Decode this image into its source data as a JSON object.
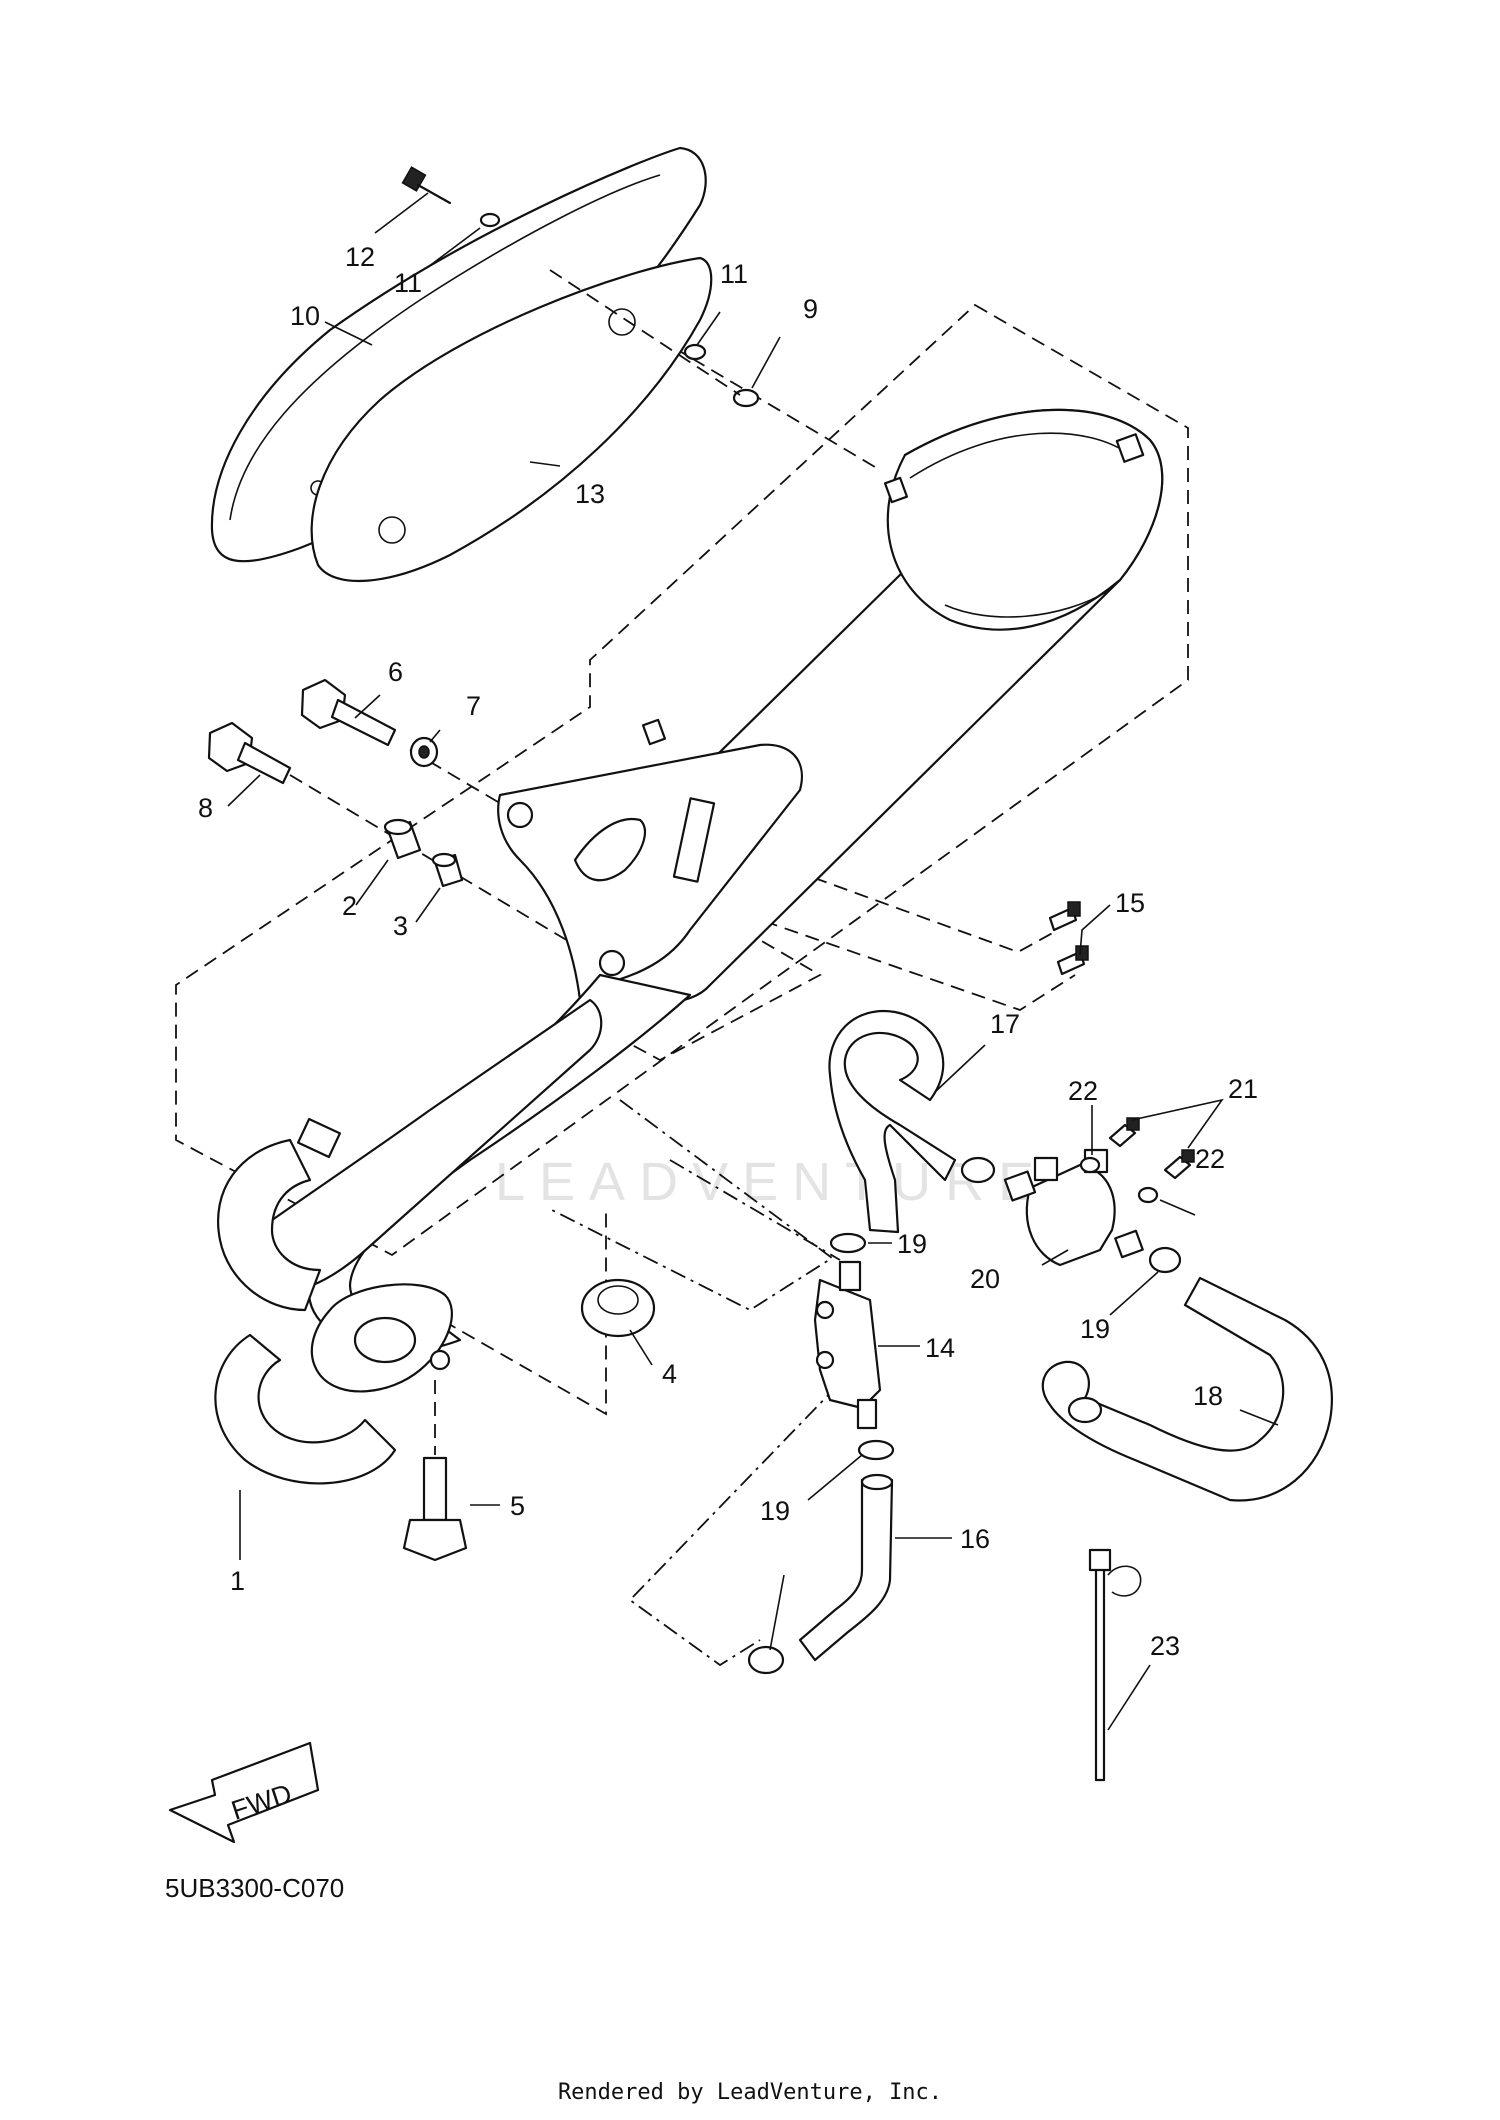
{
  "diagram": {
    "watermark": "LEADVENTURE",
    "direction_label": "FWD",
    "drawing_code": "5UB3300-C070",
    "footer": "Rendered by LeadVenture, Inc.",
    "callouts": [
      {
        "id": "c12",
        "text": "12"
      },
      {
        "id": "c11a",
        "text": "11"
      },
      {
        "id": "c10",
        "text": "10"
      },
      {
        "id": "c11b",
        "text": "11"
      },
      {
        "id": "c9",
        "text": "9"
      },
      {
        "id": "c13",
        "text": "13"
      },
      {
        "id": "c6",
        "text": "6"
      },
      {
        "id": "c7",
        "text": "7"
      },
      {
        "id": "c8",
        "text": "8"
      },
      {
        "id": "c2",
        "text": "2"
      },
      {
        "id": "c3",
        "text": "3"
      },
      {
        "id": "c15",
        "text": "15"
      },
      {
        "id": "c17",
        "text": "17"
      },
      {
        "id": "c22a",
        "text": "22"
      },
      {
        "id": "c21",
        "text": "21"
      },
      {
        "id": "c22b",
        "text": "22"
      },
      {
        "id": "c19a",
        "text": "19"
      },
      {
        "id": "c20",
        "text": "20"
      },
      {
        "id": "c14",
        "text": "14"
      },
      {
        "id": "c4",
        "text": "4"
      },
      {
        "id": "c19b",
        "text": "19"
      },
      {
        "id": "c18",
        "text": "18"
      },
      {
        "id": "c5",
        "text": "5"
      },
      {
        "id": "c19c",
        "text": "19"
      },
      {
        "id": "c16",
        "text": "16"
      },
      {
        "id": "c1",
        "text": "1"
      },
      {
        "id": "c23",
        "text": "23"
      }
    ]
  }
}
